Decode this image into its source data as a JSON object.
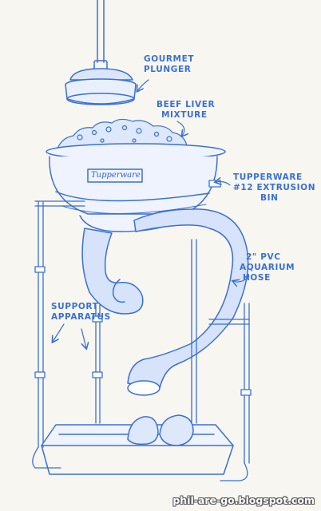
{
  "labels": {
    "plunger": [
      "GOURMET",
      "PLUNGER"
    ],
    "mixture": [
      "BEEF LIVER",
      "MIXTURE"
    ],
    "bin": [
      "TUPPERWARE",
      "#12 EXTRUSION",
      "BIN"
    ],
    "hose": [
      "2\" PVC",
      "AQUARIUM",
      "HOSE"
    ],
    "support": [
      "SUPPORT",
      "APPARATUS"
    ]
  },
  "brand_text": "Tupperware",
  "watermark": "phil-are-go.blogspot.com",
  "colors": {
    "paper": "#f7f6f1",
    "pencil": "#3a6fd6",
    "pencil_light": "#8fb2f0",
    "shade": "#bcd1f6"
  },
  "icons": [
    "arrow-icon"
  ]
}
